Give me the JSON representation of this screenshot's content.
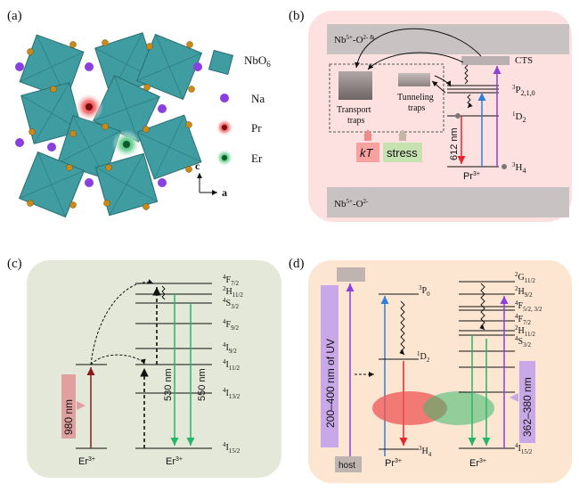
{
  "panels": {
    "a": {
      "label": "(a)",
      "legend": [
        {
          "label": "NbO",
          "sub": "6"
        },
        {
          "label": "Na"
        },
        {
          "label": "Pr"
        },
        {
          "label": "Er"
        }
      ],
      "axes": {
        "c": "c",
        "a": "a"
      }
    },
    "b": {
      "label": "(b)",
      "top_band": {
        "text": "Nb",
        "sup1": "5+",
        "mid": "-O",
        "sup2": "2- &"
      },
      "bottom_band": {
        "text": "Nb",
        "sup1": "5+",
        "mid": "-O",
        "sup2": "2-"
      },
      "cts": "CTS",
      "transport_traps": [
        "Transport",
        "traps"
      ],
      "tunneling_traps": [
        "Tunneling",
        "traps"
      ],
      "kT": "kT",
      "stress": "stress",
      "wavelength": "612 nm",
      "levels": {
        "p": {
          "sup": "3",
          "main": "P",
          "sub": "2,1,0"
        },
        "d": {
          "sup": "1",
          "main": "D",
          "sub": "2"
        },
        "h": {
          "sup": "3",
          "main": "H",
          "sub": "4"
        }
      },
      "ion": {
        "main": "Pr",
        "sup": "3+"
      }
    },
    "c": {
      "label": "(c)",
      "excitation": "980 nm",
      "ion_left": {
        "main": "Er",
        "sup": "3+"
      },
      "ion_right": {
        "main": "Er",
        "sup": "3+"
      },
      "emission_1": "530 nm",
      "emission_2": "550 nm",
      "levels": [
        {
          "sup": "4",
          "main": "F",
          "sub": "7/2"
        },
        {
          "sup": "2",
          "main": "H",
          "sub": "11/2"
        },
        {
          "sup": "4",
          "main": "S",
          "sub": "3/2"
        },
        {
          "sup": "4",
          "main": "F",
          "sub": "9/2"
        },
        {
          "sup": "4",
          "main": "I",
          "sub": "9/2"
        },
        {
          "sup": "4",
          "main": "I",
          "sub": "11/2"
        },
        {
          "sup": "4",
          "main": "I",
          "sub": "13/2"
        },
        {
          "sup": "4",
          "main": "I",
          "sub": "15/2"
        }
      ]
    },
    "d": {
      "label": "(d)",
      "uv": "200–400 nm of UV",
      "nuv": "362–380 nm",
      "host": "host",
      "pr": {
        "main": "Pr",
        "sup": "3+"
      },
      "er": {
        "main": "Er",
        "sup": "3+"
      },
      "pr_levels": [
        {
          "sup": "3",
          "main": "P",
          "sub": "0"
        },
        {
          "sup": "1",
          "main": "D",
          "sub": "2"
        },
        {
          "sup": "3",
          "main": "H",
          "sub": "4"
        }
      ],
      "er_levels": [
        {
          "sup": "2",
          "main": "G",
          "sub": "11/2"
        },
        {
          "sup": "2",
          "main": "H",
          "sub": "9/2"
        },
        {
          "sup": "4",
          "main": "F",
          "sub": "5/2, 3/2"
        },
        {
          "sup": "4",
          "main": "F",
          "sub": "7/2"
        },
        {
          "sup": "2",
          "main": "H",
          "sub": "11/2"
        },
        {
          "sup": "4",
          "main": "S",
          "sub": "3/2"
        },
        {
          "sup": "4",
          "main": "I",
          "sub": "15/2"
        }
      ]
    }
  },
  "colors": {
    "octahedron": "#3f9da1",
    "na": "#8a3fe0",
    "pr": "#e8242b",
    "er": "#1fae5a",
    "panel_b_bg": "#fde0e0",
    "panel_c_bg": "#e4e8d8",
    "panel_d_bg": "#fce6d2",
    "band": "#c9c2c2",
    "violet": "#8c3fd9",
    "blue": "#2f7fd8",
    "red": "#e8242b",
    "green": "#22b86a"
  }
}
